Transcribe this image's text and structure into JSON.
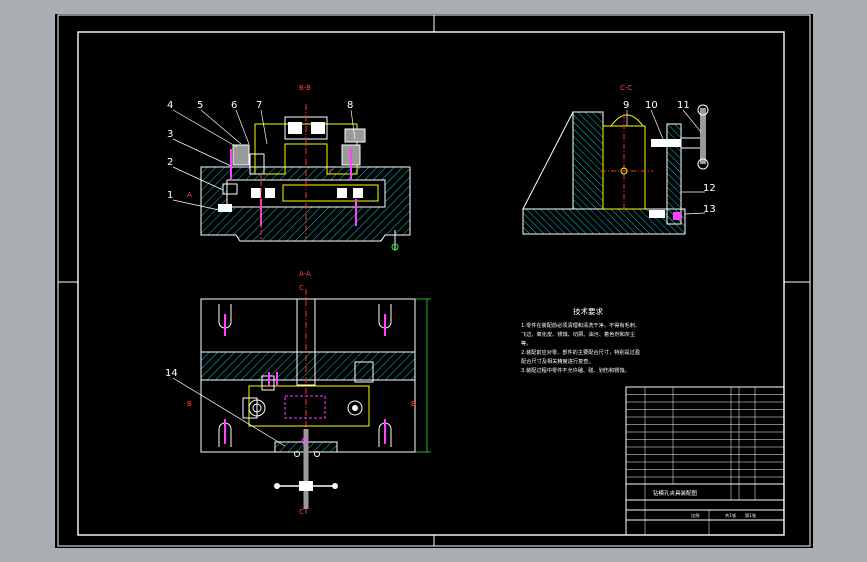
{
  "drawing": {
    "section_bb": "B-B",
    "section_cc": "C-C",
    "section_aa": "A-A",
    "part_numbers_bb": [
      "1",
      "2",
      "3",
      "4",
      "5",
      "6",
      "7",
      "8"
    ],
    "part_numbers_cc": [
      "9",
      "10",
      "11",
      "12",
      "13"
    ],
    "part_number_aa": "14",
    "tech_title": "技术要求",
    "notes": [
      "1.零件在装配前必须清理和清洗干净，不得有毛刺、",
      "飞边、氧化皮、锈蚀、切屑、油污、着色剂和灰尘",
      "等。",
      "2.装配前应对零、部件的主要配合尺寸，特别是过盈",
      "配合尺寸及相关精度进行复查。",
      "3.装配过程中零件不允许磕、碰、划伤和锈蚀。"
    ],
    "title_block_name": "钻模孔夹具装配图",
    "title_block_scale": "比例",
    "title_block_sheet": "共1张",
    "title_block_sheet2": "第1张"
  },
  "colors": {
    "background": "#000000",
    "frame": "#ffffff",
    "part_outline": "#ffffff",
    "hatch": "#00c8c8",
    "centerline": "#ff3030",
    "yellow": "#ffff00",
    "magenta": "#ff40ff",
    "green": "#30ff30",
    "grey_body": "#9a9a9a"
  }
}
